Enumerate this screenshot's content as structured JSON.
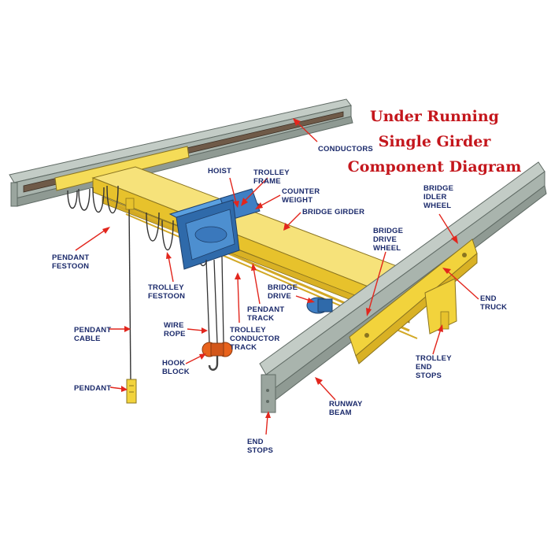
{
  "title": {
    "lines": [
      "Under Running",
      "Single Girder",
      "Component Diagram"
    ]
  },
  "labels": {
    "conductors": "CONDUCTORS",
    "hoist": "HOIST",
    "trolley_frame": [
      "TROLLEY",
      "FRAME"
    ],
    "counter_weight": [
      "COUNTER",
      "WEIGHT"
    ],
    "bridge_girder": "BRIDGE GIRDER",
    "bridge_idler_wheel": [
      "BRIDGE",
      "IDLER",
      "WHEEL"
    ],
    "bridge_drive_wheel": [
      "BRIDGE",
      "DRIVE",
      "WHEEL"
    ],
    "pendant_festoon": [
      "PENDANT",
      "FESTOON"
    ],
    "trolley_festoon": [
      "TROLLEY",
      "FESTOON"
    ],
    "bridge_drive": [
      "BRIDGE",
      "DRIVE"
    ],
    "pendant_track": [
      "PENDANT",
      "TRACK"
    ],
    "end_truck": [
      "END",
      "TRUCK"
    ],
    "pendant_cable": [
      "PENDANT",
      "CABLE"
    ],
    "wire_rope": [
      "WIRE",
      "ROPE"
    ],
    "trolley_conductor_track": [
      "TROLLEY",
      "CONDUCTOR",
      "TRACK"
    ],
    "hook_block": [
      "HOOK",
      "BLOCK"
    ],
    "trolley_end_stops": [
      "TROLLEY",
      "END",
      "STOPS"
    ],
    "pendant": "PENDANT",
    "runway_beam": [
      "RUNWAY",
      "BEAM"
    ],
    "end_stops": [
      "END",
      "STOPS"
    ]
  },
  "colors": {
    "title": "#c4161c",
    "label": "#1b2a6b",
    "arrow": "#e2261d",
    "girder_yellow": "#f2d33c",
    "beam_gray": "#a9b4ad",
    "hoist_blue": "#3f7fc4",
    "hook_orange": "#e8621c"
  }
}
